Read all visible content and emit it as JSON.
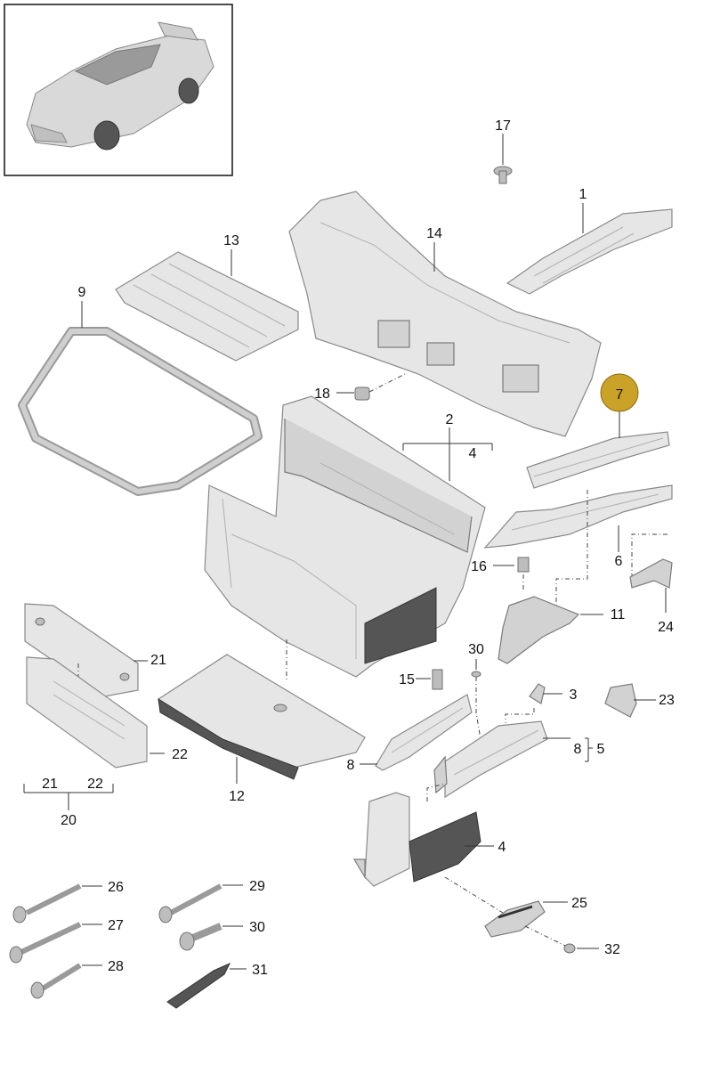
{
  "labels": {
    "p1": "1",
    "p2": "2",
    "p3": "3",
    "p4a": "4",
    "p4b": "4",
    "p5": "5",
    "p6": "6",
    "p7": "7",
    "p8a": "8",
    "p8b": "8",
    "p9": "9",
    "p11": "11",
    "p12": "12",
    "p13": "13",
    "p14": "14",
    "p15": "15",
    "p16": "16",
    "p17": "17",
    "p18": "18",
    "p20": "20",
    "p21a": "21",
    "p21b": "21",
    "p22a": "22",
    "p22b": "22",
    "p23": "23",
    "p24": "24",
    "p25": "25",
    "p26": "26",
    "p27": "27",
    "p28": "28",
    "p29": "29",
    "p30a": "30",
    "p30b": "30",
    "p31": "31",
    "p32": "32"
  },
  "highlight": {
    "part": "7",
    "color": "#c9a227"
  },
  "colors": {
    "metal_light": "#e6e6e6",
    "metal_mid": "#d2d2d2",
    "metal_dark": "#bdbdbd"
  }
}
